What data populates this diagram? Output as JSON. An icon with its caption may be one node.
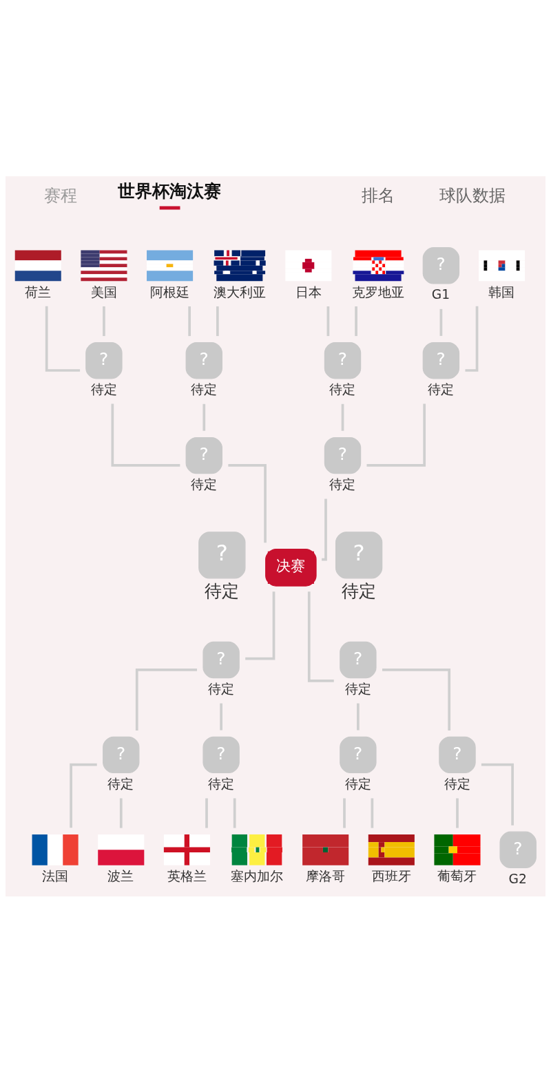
{
  "diagram": {
    "nodes": [
      {
        "text": [
          "荷兰"
        ]
      },
      {
        "text": [
          "美国"
        ]
      },
      {
        "text": [
          "阿根廷"
        ]
      },
      {
        "text": [
          "澳大利亚"
        ]
      },
      {
        "text": [
          "日本"
        ]
      },
      {
        "text": [
          "克罗地亚"
        ]
      },
      {
        "text": [
          "?",
          "G1"
        ]
      },
      {
        "text": [
          "韩国"
        ]
      },
      {
        "text": [
          "?",
          "待定"
        ]
      },
      {
        "text": [
          "?",
          "待定"
        ]
      },
      {
        "text": [
          "?",
          "待定"
        ]
      },
      {
        "text": [
          "?",
          "待定"
        ]
      },
      {
        "text": [
          "?",
          "待定"
        ]
      },
      {
        "text": [
          "?",
          "待定"
        ]
      },
      {
        "text": [
          "?",
          "待定"
        ]
      },
      {
        "text": [
          "决赛"
        ]
      },
      {
        "text": [
          "?",
          "待定"
        ]
      },
      {
        "text": [
          "?",
          "待定"
        ]
      },
      {
        "text": [
          "?",
          "待定"
        ]
      },
      {
        "text": [
          "?",
          "待定"
        ]
      },
      {
        "text": [
          "?",
          "待定"
        ]
      },
      {
        "text": [
          "?",
          "待定"
        ]
      },
      {
        "text": [
          "?",
          "待定"
        ]
      },
      {
        "text": [
          "法国"
        ]
      },
      {
        "text": [
          "波兰"
        ]
      },
      {
        "text": [
          "英格兰"
        ]
      },
      {
        "text": [
          "塞内加尔"
        ]
      },
      {
        "text": [
          "摩洛哥"
        ]
      },
      {
        "text": [
          "西班牙"
        ]
      },
      {
        "text": [
          "葡萄牙"
        ]
      },
      {
        "text": [
          "?",
          "G2"
        ]
      }
    ],
    "edges": [
      {
        "from": 0,
        "to": 8,
        "arrow": "none"
      },
      {
        "from": 1,
        "to": 8,
        "arrow": "none"
      },
      {
        "from": 2,
        "to": 9,
        "arrow": "none"
      },
      {
        "from": 3,
        "to": 9,
        "arrow": "none"
      },
      {
        "from": 4,
        "to": 10,
        "arrow": "none"
      },
      {
        "from": 5,
        "to": 10,
        "arrow": "none"
      },
      {
        "from": 6,
        "to": 11,
        "arrow": "none"
      },
      {
        "from": 7,
        "to": 11,
        "arrow": "none"
      },
      {
        "from": 8,
        "to": 12,
        "arrow": "none"
      },
      {
        "from": 9,
        "to": 12,
        "arrow": "none"
      },
      {
        "from": 10,
        "to": 13,
        "arrow": "none"
      },
      {
        "from": 11,
        "to": 13,
        "arrow": "none"
      },
      {
        "from": 12,
        "to": 15,
        "arrow": "none"
      },
      {
        "from": 13,
        "to": 15,
        "arrow": "none"
      },
      {
        "from": 15,
        "to": 17,
        "arrow": "none"
      },
      {
        "from": 15,
        "to": 18,
        "arrow": "none"
      },
      {
        "from": 17,
        "to": 19,
        "arrow": "none"
      },
      {
        "from": 17,
        "to": 20,
        "arrow": "none"
      },
      {
        "from": 18,
        "to": 21,
        "arrow": "none"
      },
      {
        "from": 18,
        "to": 22,
        "arrow": "none"
      },
      {
        "from": 19,
        "to": 23,
        "arrow": "none"
      },
      {
        "from": 19,
        "to": 24,
        "arrow": "none"
      },
      {
        "from": 20,
        "to": 25,
        "arrow": "none"
      },
      {
        "from": 20,
        "to": 26,
        "arrow": "none"
      },
      {
        "from": 21,
        "to": 27,
        "arrow": "none"
      },
      {
        "from": 21,
        "to": 28,
        "arrow": "none"
      },
      {
        "from": 22,
        "to": 29,
        "arrow": "none"
      },
      {
        "from": 22,
        "to": 30,
        "arrow": "none"
      }
    ],
    "labels": [
      "赛程",
      "世界杯淘汰赛",
      "排名",
      "球队数据"
    ]
  }
}
